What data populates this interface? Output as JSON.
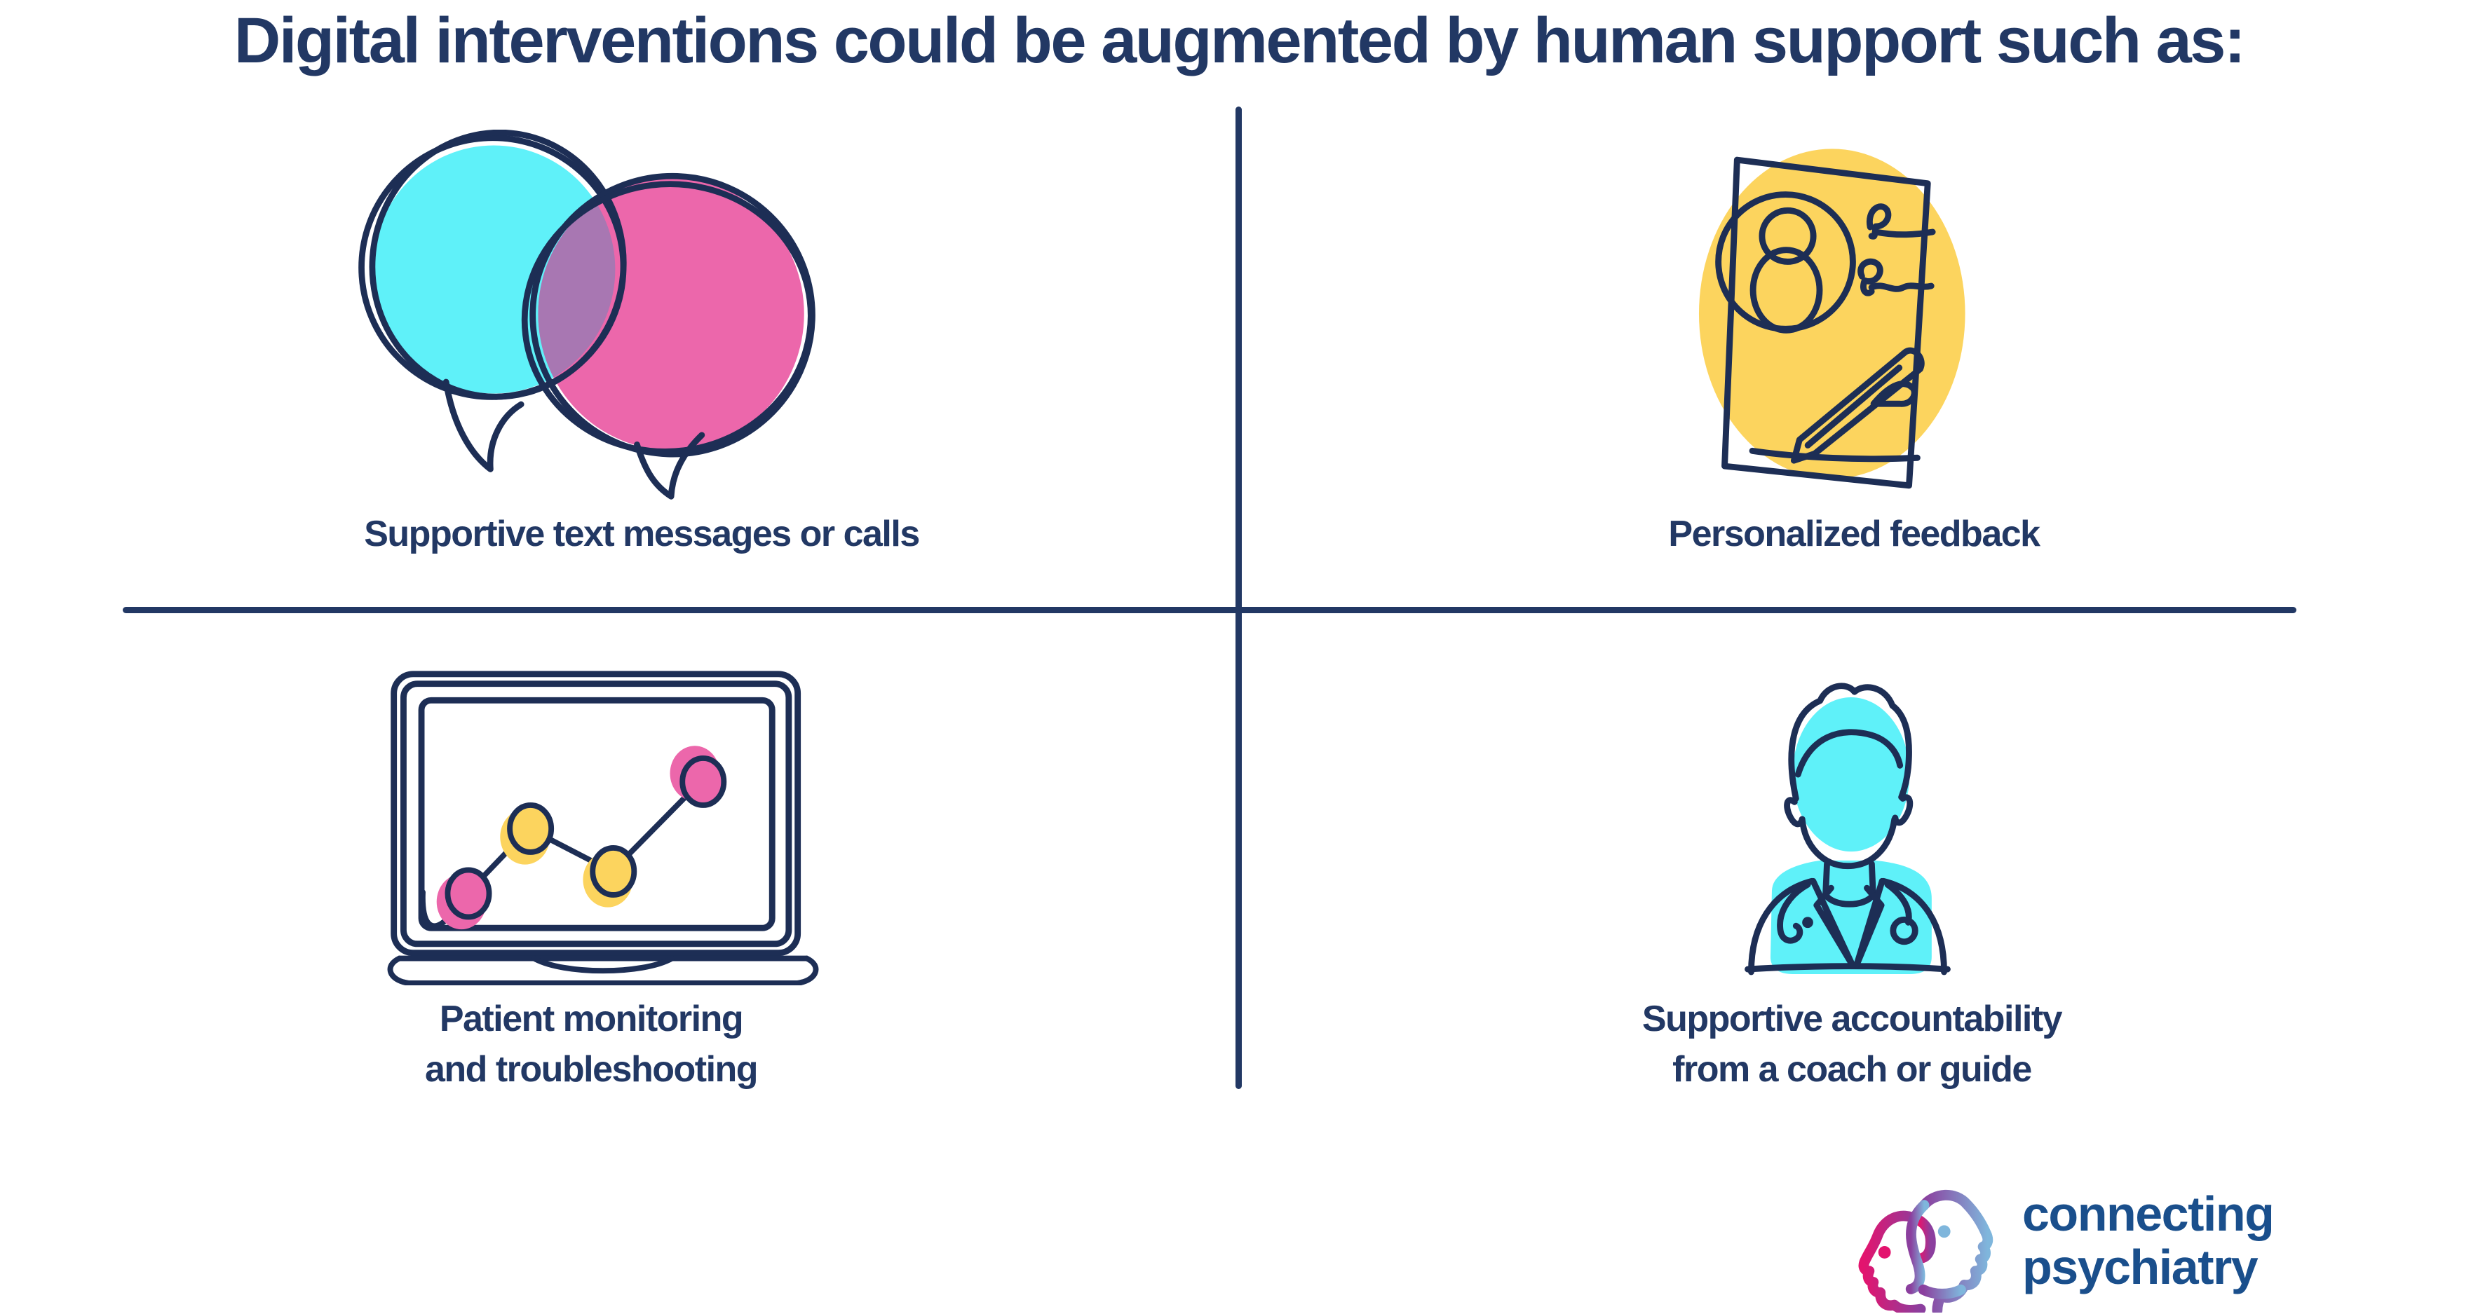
{
  "title": "Digital interventions could be augmented by human support such as:",
  "quadrants": [
    {
      "id": "text-messages",
      "icon": "chat-bubbles",
      "label": "Supportive text messages or calls"
    },
    {
      "id": "personalized-feedback",
      "icon": "feedback-document",
      "label": "Personalized feedback"
    },
    {
      "id": "patient-monitoring",
      "icon": "laptop-chart",
      "label_line1": "Patient monitoring",
      "label_line2": "and troubleshooting"
    },
    {
      "id": "supportive-accountability",
      "icon": "coach-person",
      "label_line1": "Supportive accountability",
      "label_line2": "from a coach or guide"
    }
  ],
  "logo": {
    "icon": "two-heads",
    "name_line1": "connecting",
    "name_line2": "psychiatry"
  },
  "colors": {
    "navy": "#223864",
    "outline": "#1d2e55",
    "cyan": "#5ff1f9",
    "pink": "#ec67ab",
    "overlap": "#a877b2",
    "yellow": "#fcd45e",
    "logo-text": "#1a4f8c",
    "logo-magenta": "#e3146e",
    "logo-purple": "#8b3f9e",
    "logo-blue": "#7fb6dc"
  }
}
